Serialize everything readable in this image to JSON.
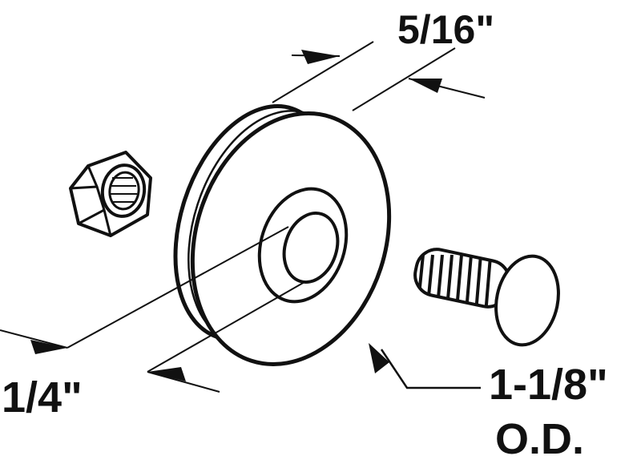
{
  "labels": {
    "thickness": "5/16\"",
    "bore": "1/4\"",
    "diameter": "1-1/8\"",
    "diameter_note": "O.D."
  },
  "colors": {
    "ink": "#111111",
    "paper": "#ffffff"
  },
  "icons": [
    "hex-nut",
    "grooved-roller-wheel",
    "threaded-bolt",
    "dimension-arrow"
  ]
}
